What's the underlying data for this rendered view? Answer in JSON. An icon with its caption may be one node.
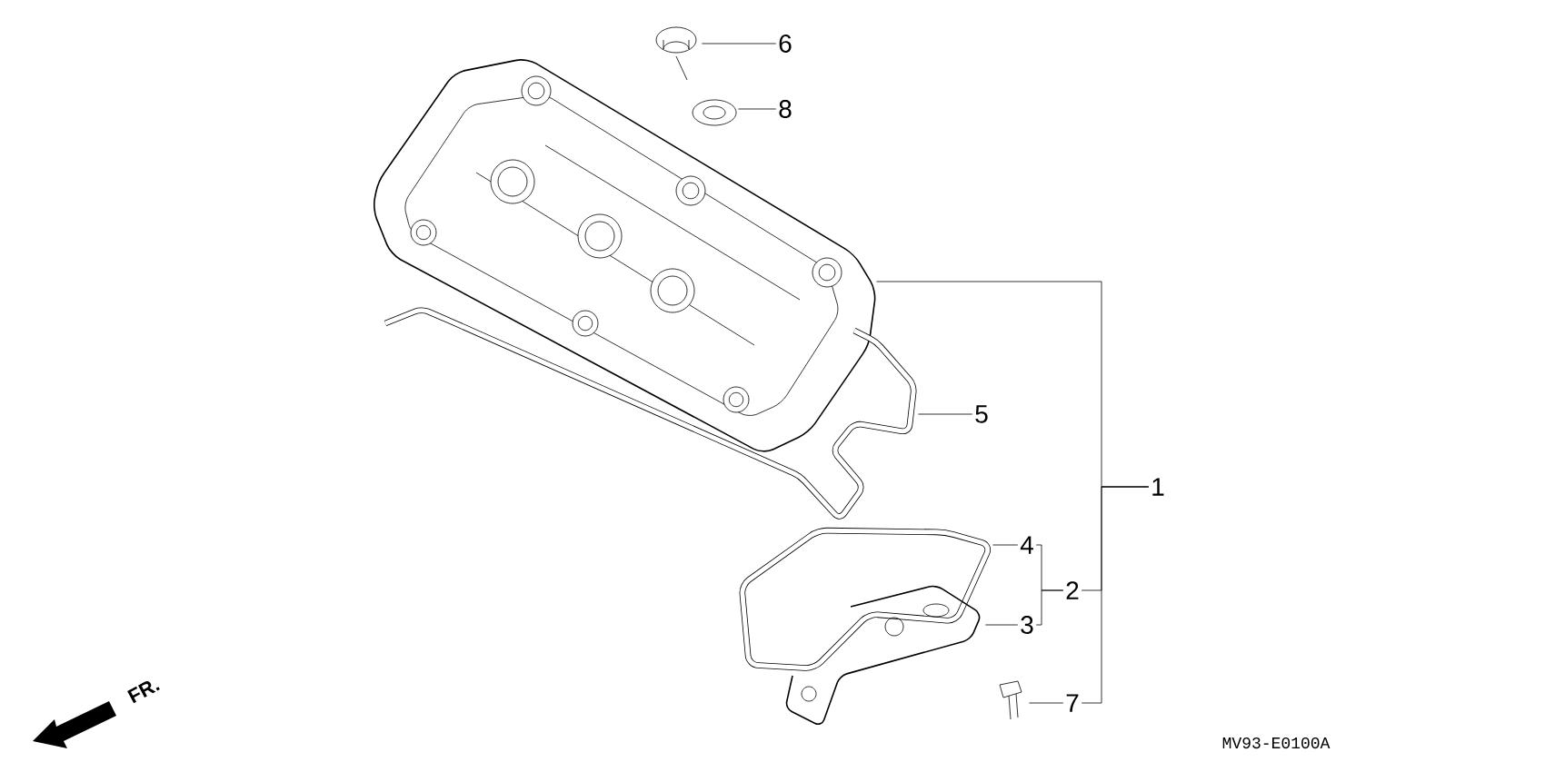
{
  "diagram": {
    "nodes": [
      {
        "text": [
          "1"
        ]
      },
      {
        "text": [
          "2"
        ]
      },
      {
        "text": [
          "3"
        ]
      },
      {
        "text": [
          "4"
        ]
      },
      {
        "text": [
          "5"
        ]
      },
      {
        "text": [
          "6"
        ]
      },
      {
        "text": [
          "7"
        ]
      },
      {
        "text": [
          "8"
        ]
      },
      {
        "text": [],
        "shape": "picture"
      },
      {
        "text": [],
        "shape": "picture"
      },
      {
        "text": [],
        "shape": "picture"
      },
      {
        "text": [],
        "shape": "picture"
      },
      {
        "text": [],
        "shape": "picture"
      },
      {
        "text": [],
        "shape": "picture"
      },
      {
        "text": [],
        "shape": "picture"
      }
    ],
    "edges": [
      {
        "from": 0,
        "to": 8,
        "arrow": "none"
      },
      {
        "from": 0,
        "to": 1,
        "arrow": "none"
      },
      {
        "from": 0,
        "to": 6,
        "arrow": "none"
      },
      {
        "from": 1,
        "to": 3,
        "arrow": "none"
      },
      {
        "from": 1,
        "to": 2,
        "arrow": "none"
      },
      {
        "from": 3,
        "to": 10,
        "arrow": "none"
      },
      {
        "from": 2,
        "to": 11,
        "arrow": "none"
      },
      {
        "from": 4,
        "to": 9,
        "arrow": "none"
      },
      {
        "from": 5,
        "to": 13,
        "arrow": "none"
      },
      {
        "from": 7,
        "to": 14,
        "arrow": "none"
      },
      {
        "from": 6,
        "to": 12,
        "arrow": "none"
      }
    ],
    "labels": [
      "FR.",
      "MV93-E0100A"
    ]
  }
}
